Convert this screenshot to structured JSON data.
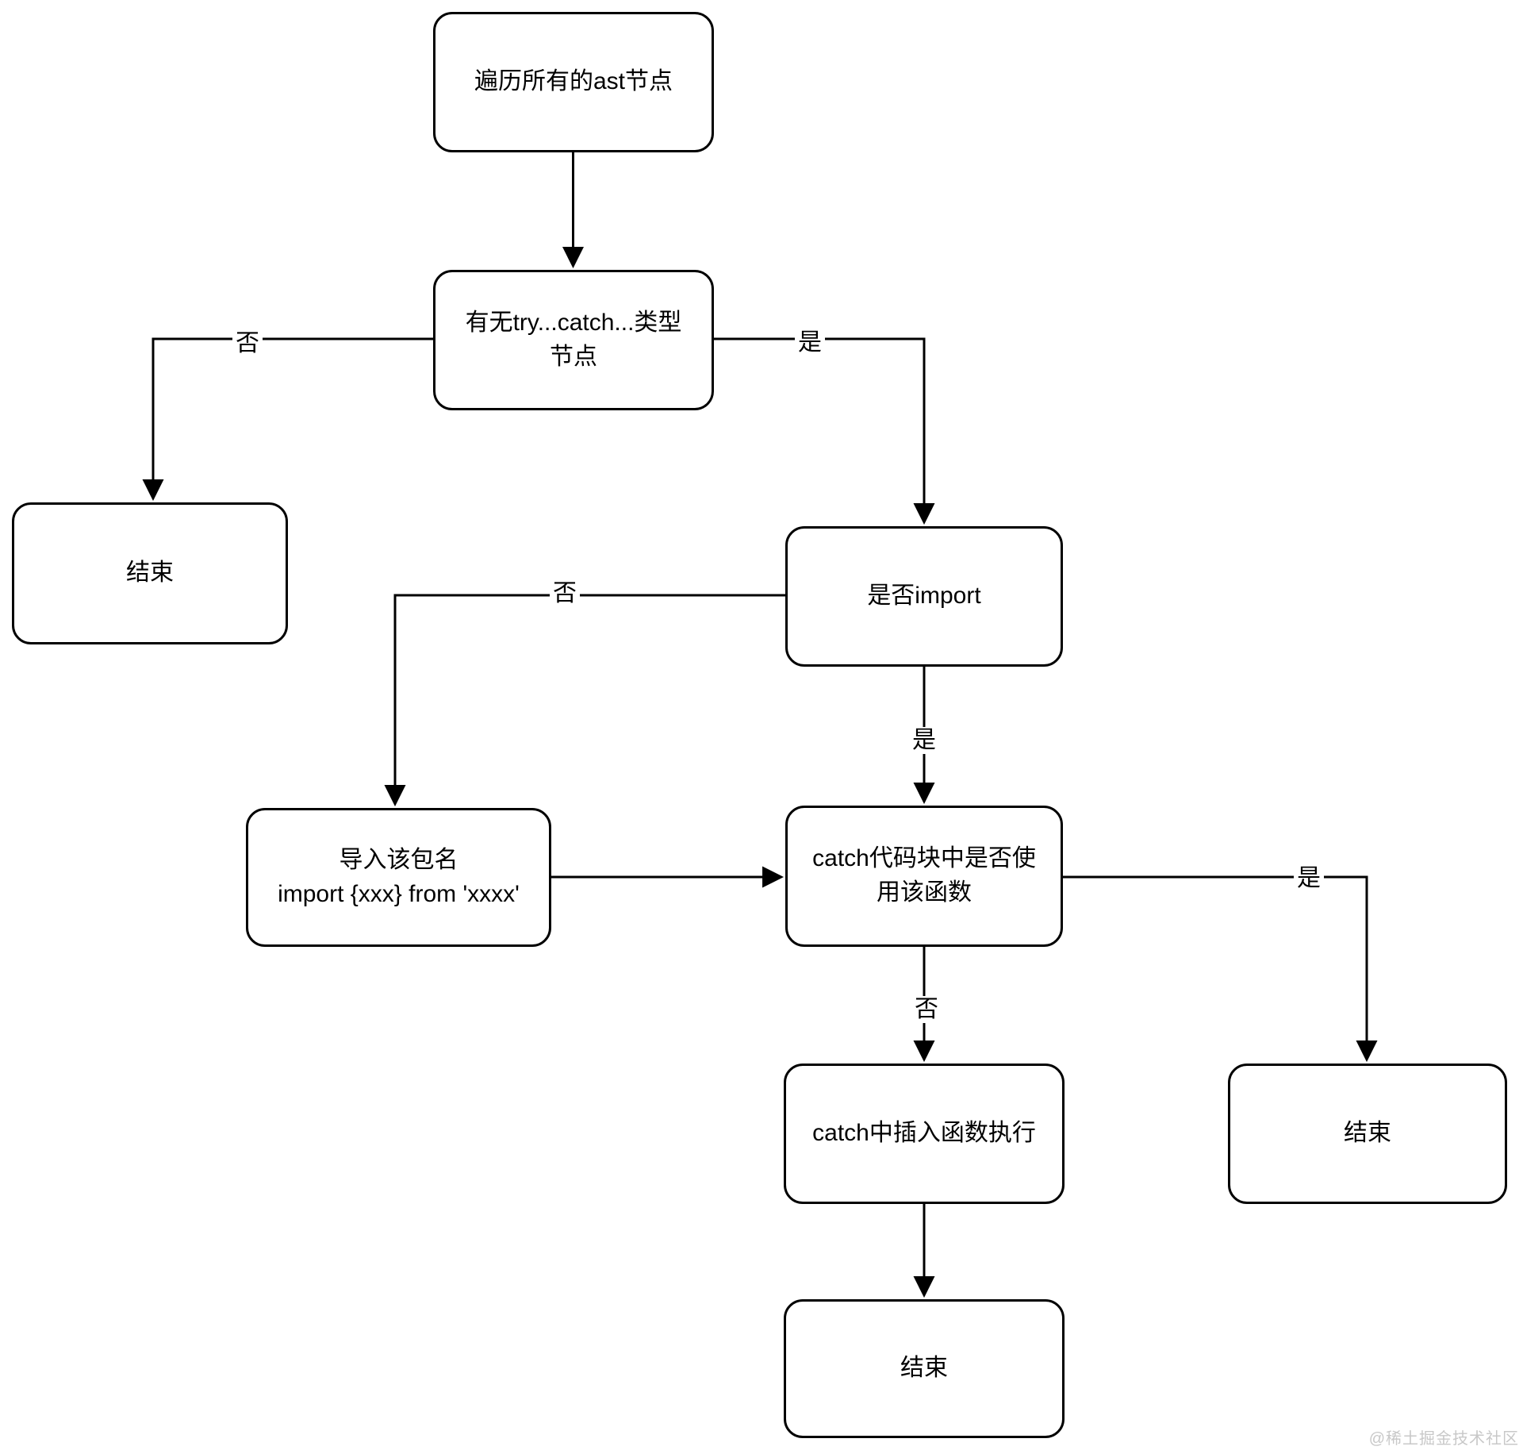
{
  "diagram": {
    "nodes": {
      "traverse": {
        "label": "遍历所有的ast节点"
      },
      "trycatch": {
        "lines": [
          "有无try...catch...类型",
          "节点"
        ]
      },
      "end_left": {
        "label": "结束"
      },
      "import_q": {
        "label": "是否import"
      },
      "import_pkg": {
        "lines": [
          "导入该包名",
          "import {xxx} from 'xxxx'"
        ]
      },
      "catch_use": {
        "lines": [
          "catch代码块中是否使",
          "用该函数"
        ]
      },
      "end_right": {
        "label": "结束"
      },
      "insert_catch": {
        "label": "catch中插入函数执行"
      },
      "end_bottom": {
        "label": "结束"
      }
    },
    "edge_labels": {
      "trycatch_no": "否",
      "trycatch_yes": "是",
      "import_no": "否",
      "import_yes": "是",
      "catchuse_no": "否",
      "catchuse_yes": "是"
    },
    "colors": {
      "stroke": "#000000",
      "node_fill": "#ffffff",
      "watermark_text": "#c8c8c8"
    }
  },
  "watermark": "@稀土掘金技术社区"
}
